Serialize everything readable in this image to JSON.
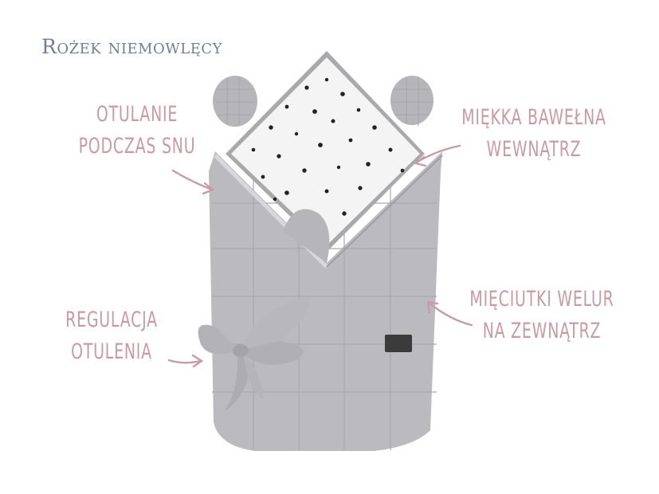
{
  "title": "Rożek niemowlęcy",
  "labels": {
    "wrap": [
      "OTULANIE",
      "PODCZAS SNU"
    ],
    "cotton": [
      "MIĘKKA BAWEŁNA",
      "WEWNĄTRZ"
    ],
    "adjust": [
      "REGULACJA",
      "OTULENIA"
    ],
    "velvet": [
      "MIĘCIUTKI WELUR",
      "NA ZEWNĄTRZ"
    ]
  },
  "colors": {
    "text_accent": "#c89aa6",
    "title": "#6f7f91",
    "velvet": "#b9b9bd",
    "cotton": "#f4f4f4",
    "dots": "#222222"
  },
  "icons": [
    "arrow-icon",
    "baby-nest-illustration"
  ]
}
